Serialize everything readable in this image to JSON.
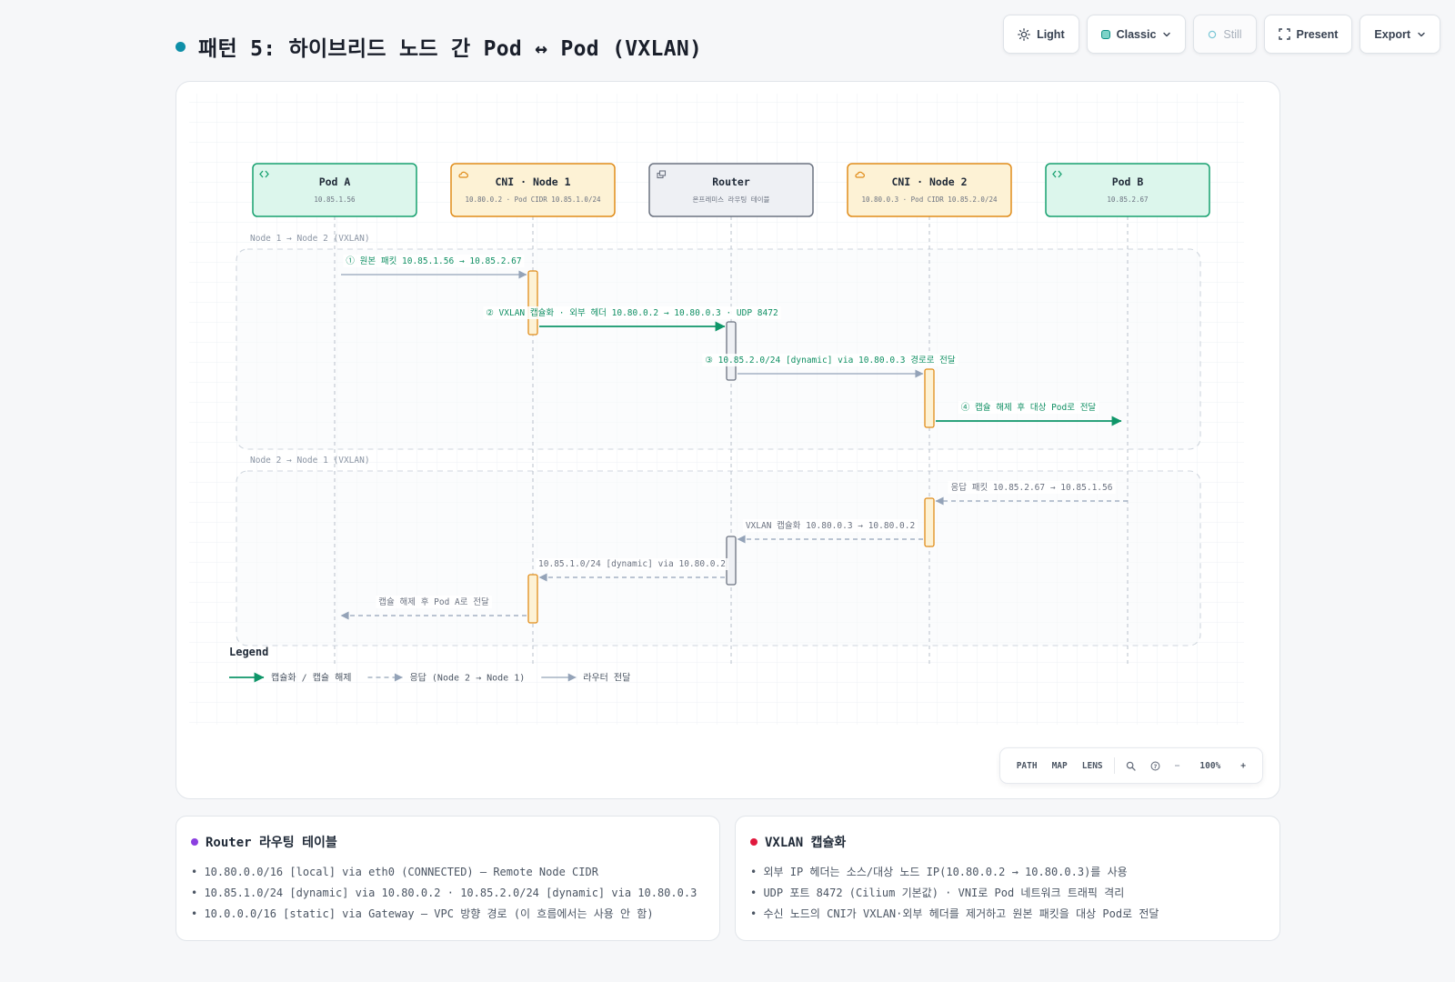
{
  "page": {
    "title": "패턴 5: 하이브리드 노드 간 Pod ↔ Pod (VXLAN)"
  },
  "toolbar": {
    "light_label": "Light",
    "classic_label": "Classic",
    "still_label": "Still",
    "present_label": "Present",
    "export_label": "Export"
  },
  "diagram": {
    "participants": [
      {
        "id": "podA",
        "name": "Pod A",
        "sub": "10.85.1.56",
        "kind": "pod",
        "icon": "code-icon"
      },
      {
        "id": "node1",
        "name": "CNI · Node 1",
        "sub": "10.80.0.2 · Pod CIDR 10.85.1.0/24",
        "kind": "cni",
        "icon": "cloud-icon"
      },
      {
        "id": "router",
        "name": "Router",
        "sub": "온프레미스 라우팅 테이블",
        "kind": "router",
        "icon": "router-icon"
      },
      {
        "id": "node2",
        "name": "CNI · Node 2",
        "sub": "10.80.0.3 · Pod CIDR 10.85.2.0/24",
        "kind": "cni",
        "icon": "cloud-icon"
      },
      {
        "id": "podB",
        "name": "Pod B",
        "sub": "10.85.2.67",
        "kind": "pod",
        "icon": "code-icon"
      }
    ],
    "groups": [
      {
        "label": "Node 1 → Node 2 (VXLAN)"
      },
      {
        "label": "Node 2 → Node 1 (VXLAN)"
      }
    ],
    "messages": [
      {
        "from": 0,
        "to": 1,
        "label": "① 원본 패킷 10.85.1.56 → 10.85.2.67",
        "style": "route",
        "labelColor": "green"
      },
      {
        "from": 1,
        "to": 2,
        "label": "② VXLAN 캡슐화 · 외부 헤더 10.80.0.2 → 10.80.0.3 · UDP 8472",
        "style": "encap",
        "labelColor": "green"
      },
      {
        "from": 2,
        "to": 3,
        "label": "③ 10.85.2.0/24 [dynamic] via 10.80.0.3 경로로 전달",
        "style": "route",
        "labelColor": "green"
      },
      {
        "from": 3,
        "to": 4,
        "label": "④ 캡슐 해제 후 대상 Pod로 전달",
        "style": "encap",
        "labelColor": "green"
      },
      {
        "from": 4,
        "to": 3,
        "label": "응답 패킷 10.85.2.67 → 10.85.1.56",
        "style": "reply",
        "labelColor": "gray"
      },
      {
        "from": 3,
        "to": 2,
        "label": "VXLAN 캡슐화 10.80.0.3 → 10.80.0.2",
        "style": "reply",
        "labelColor": "gray"
      },
      {
        "from": 2,
        "to": 1,
        "label": "10.85.1.0/24 [dynamic] via 10.80.0.2",
        "style": "reply",
        "labelColor": "gray"
      },
      {
        "from": 1,
        "to": 0,
        "label": "캡슐 해제 후 Pod A로 전달",
        "style": "reply",
        "labelColor": "gray"
      }
    ],
    "legend": {
      "title": "Legend",
      "items": [
        {
          "label": "캡슐화 / 캡슐 해제",
          "style": "encap"
        },
        {
          "label": "응답 (Node 2 → Node 1)",
          "style": "reply"
        },
        {
          "label": "라우터 전달",
          "style": "route"
        }
      ]
    },
    "colors": {
      "pod_fill": "#dcf6ec",
      "pod_stroke": "#16a06f",
      "cni_fill": "#fdf2d5",
      "cni_stroke": "#e08c1a",
      "router_fill": "#eef0f4",
      "router_stroke": "#6b7280",
      "encap": "#0f9669",
      "route": "#94a3b8",
      "reply": "#94a3b8",
      "label_green": "#0f8f63",
      "label_gray": "#6b7280"
    }
  },
  "zoom": {
    "path_label": "PATH",
    "map_label": "MAP",
    "lens_label": "LENS",
    "minus_label": "−",
    "percent": "100%",
    "plus_label": "+"
  },
  "info": {
    "router_card": {
      "title": "Router 라우팅 테이블",
      "dot_color": "#8b3fe0",
      "items": [
        "• 10.80.0.0/16 [local] via eth0 (CONNECTED) — Remote Node CIDR",
        "• 10.85.1.0/24 [dynamic] via 10.80.0.2 · 10.85.2.0/24 [dynamic] via 10.80.0.3",
        "• 10.0.0.0/16 [static] via Gateway — VPC 방향 경로 (이 흐름에서는 사용 안 함)"
      ]
    },
    "vxlan_card": {
      "title": "VXLAN 캡슐화",
      "dot_color": "#e0183d",
      "items": [
        "• 외부 IP 헤더는 소스/대상 노드 IP(10.80.0.2 → 10.80.0.3)를 사용",
        "• UDP 포트 8472 (Cilium 기본값) · VNI로 Pod 네트워크 트래픽 격리",
        "• 수신 노드의 CNI가 VXLAN·외부 헤더를 제거하고 원본 패킷을 대상 Pod로 전달"
      ]
    }
  }
}
